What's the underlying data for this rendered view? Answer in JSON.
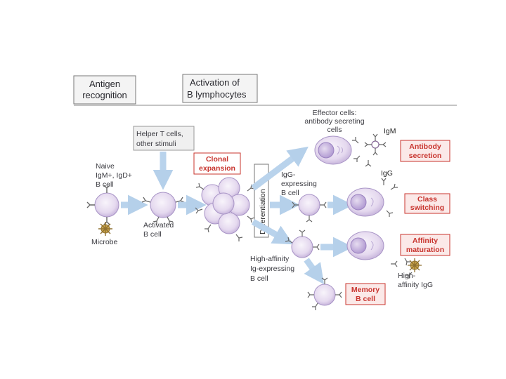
{
  "headers": {
    "antigen": [
      "Antigen",
      "recognition"
    ],
    "activation": [
      "Activation of",
      "B lymphocytes"
    ]
  },
  "helper": [
    "Helper T cells,",
    "other stimuli"
  ],
  "naive": [
    "Naive",
    "IgM+, IgD+",
    "B cell"
  ],
  "microbe": "Microbe",
  "activated": [
    "Activated",
    "B cell"
  ],
  "clonal": [
    "Clonal",
    "expansion"
  ],
  "differentiation": "Differentiation",
  "effector": [
    "Effector cells:",
    "antibody secreting",
    "cells"
  ],
  "igm": "IgM",
  "antibody_secretion": [
    "Antibody",
    "secretion"
  ],
  "igg_expressing": [
    "IgG-",
    "expressing",
    "B cell"
  ],
  "igg": "IgG",
  "class_switching": [
    "Class",
    "switching"
  ],
  "high_affinity": [
    "High-affinity",
    "Ig-expressing",
    "B cell"
  ],
  "affinity_maturation": [
    "Affinity",
    "maturation"
  ],
  "high_affinity_igg": [
    "High-",
    "affinity IgG"
  ],
  "memory": [
    "Memory",
    "B cell"
  ],
  "colors": {
    "arrow": "#b9d3ec",
    "cell_fill": "#e7dcf0",
    "nucleus": "#c8b4e0",
    "red_label": "#c8342e",
    "microbe": "#c9a449"
  }
}
